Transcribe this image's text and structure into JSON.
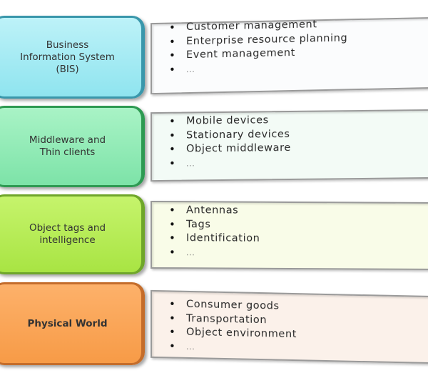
{
  "layers": [
    {
      "label": "Business\nInformation System\n(BIS)",
      "color": "#9fe8f2",
      "items": [
        "Customer management",
        "Enterprise resource planning",
        "Event management",
        "..."
      ]
    },
    {
      "label": "Middleware and\nThin clients",
      "color": "#8eeab4",
      "items": [
        "Mobile devices",
        "Stationary devices",
        "Object middleware",
        "..."
      ]
    },
    {
      "label": "Object tags and\nintelligence",
      "color": "#b4ea55",
      "items": [
        "Antennas",
        "Tags",
        "Identification",
        "..."
      ]
    },
    {
      "label": "Physical World",
      "color": "#f9a456",
      "items": [
        "Consumer goods",
        "Transportation",
        "Object environment",
        "..."
      ]
    }
  ]
}
